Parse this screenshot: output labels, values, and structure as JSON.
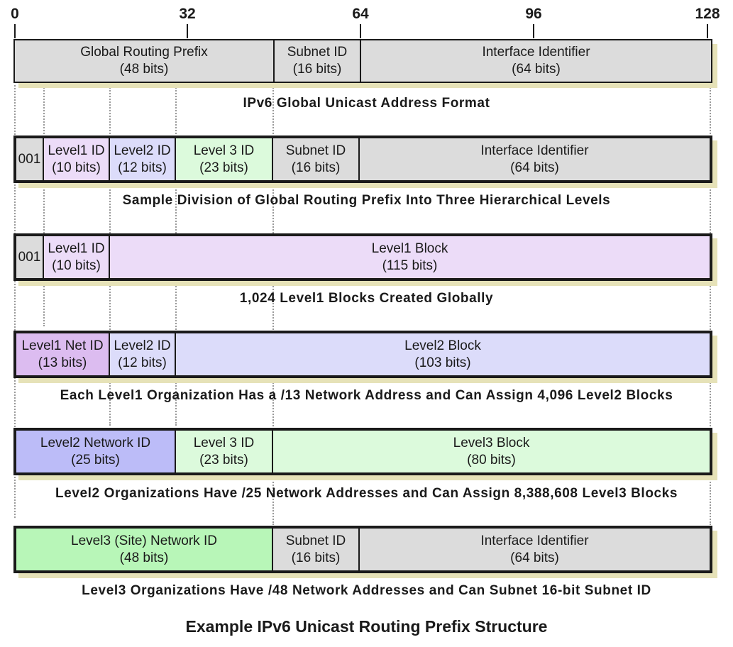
{
  "scale": [
    "0",
    "32",
    "64",
    "96",
    "128"
  ],
  "title": "Example IPv6 Unicast Routing Prefix Structure",
  "rows": [
    {
      "caption": "IPv6 Global Unicast Address Format",
      "segments": [
        {
          "label": "Global Routing Prefix",
          "bits": "(48 bits)",
          "color": "#dcdcdc"
        },
        {
          "label": "Subnet ID",
          "bits": "(16 bits)",
          "color": "#dcdcdc"
        },
        {
          "label": "Interface Identifier",
          "bits": "(64 bits)",
          "color": "#dcdcdc"
        }
      ]
    },
    {
      "caption": "Sample Division of Global Routing Prefix Into Three Hierarchical Levels",
      "segments": [
        {
          "label": "001",
          "bits": "",
          "color": "#dcdcdc"
        },
        {
          "label": "Level1 ID",
          "bits": "(10 bits)",
          "color": "#ecdcf8"
        },
        {
          "label": "Level2 ID",
          "bits": "(12 bits)",
          "color": "#dcdcfa"
        },
        {
          "label": "Level 3 ID",
          "bits": "(23 bits)",
          "color": "#dcfadc"
        },
        {
          "label": "Subnet ID",
          "bits": "(16 bits)",
          "color": "#dcdcdc"
        },
        {
          "label": "Interface Identifier",
          "bits": "(64 bits)",
          "color": "#dcdcdc"
        }
      ]
    },
    {
      "caption": "1,024 Level1 Blocks Created Globally",
      "segments": [
        {
          "label": "001",
          "bits": "",
          "color": "#dcdcdc"
        },
        {
          "label": "Level1 ID",
          "bits": "(10 bits)",
          "color": "#ecdcf8"
        },
        {
          "label": "Level1 Block",
          "bits": "(115 bits)",
          "color": "#ecdcf8"
        }
      ]
    },
    {
      "caption": "Each Level1 Organization Has a /13 Network Address and Can Assign 4,096 Level2 Blocks",
      "segments": [
        {
          "label": "Level1 Net ID",
          "bits": "(13 bits)",
          "color": "#dcbcf0"
        },
        {
          "label": "Level2 ID",
          "bits": "(12 bits)",
          "color": "#dcdcfa"
        },
        {
          "label": "Level2 Block",
          "bits": "(103 bits)",
          "color": "#dcdcfa"
        }
      ]
    },
    {
      "caption": "Level2 Organizations Have /25 Network Addresses and Can Assign 8,388,608 Level3 Blocks",
      "segments": [
        {
          "label": "Level2 Network ID",
          "bits": "(25 bits)",
          "color": "#bcbcf8"
        },
        {
          "label": "Level 3 ID",
          "bits": "(23 bits)",
          "color": "#dcfadc"
        },
        {
          "label": "Level3 Block",
          "bits": "(80 bits)",
          "color": "#dcfadc"
        }
      ]
    },
    {
      "caption": "Level3 Organizations Have /48 Network Addresses and Can Subnet 16-bit Subnet ID",
      "segments": [
        {
          "label": "Level3 (Site) Network ID",
          "bits": "(48 bits)",
          "color": "#b8f6b8"
        },
        {
          "label": "Subnet ID",
          "bits": "(16 bits)",
          "color": "#dcdcdc"
        },
        {
          "label": "Interface Identifier",
          "bits": "(64 bits)",
          "color": "#dcdcdc"
        }
      ]
    }
  ]
}
